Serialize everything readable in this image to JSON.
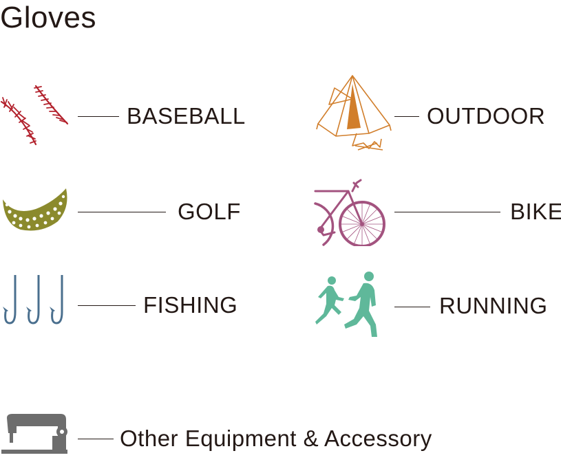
{
  "page": {
    "title": "Gloves"
  },
  "categories": [
    {
      "id": "baseball",
      "label": "BASEBALL",
      "icon": "baseball-stitch-icon",
      "color": "#b2212c"
    },
    {
      "id": "outdoor",
      "label": "OUTDOOR",
      "icon": "tent-campfire-icon",
      "color": "#d17e2b"
    },
    {
      "id": "golf",
      "label": "GOLF",
      "icon": "golf-ball-icon",
      "color": "#8b8a2d"
    },
    {
      "id": "bike",
      "label": "BIKE",
      "icon": "bicycle-icon",
      "color": "#a3537f"
    },
    {
      "id": "fishing",
      "label": "FISHING",
      "icon": "fishing-hooks-icon",
      "color": "#4a6f8e"
    },
    {
      "id": "running",
      "label": "RUNNING",
      "icon": "runners-icon",
      "color": "#5fb89a"
    },
    {
      "id": "other",
      "label": "Other Equipment & Accessory",
      "icon": "sewing-machine-icon",
      "color": "#6d6d6d"
    }
  ]
}
